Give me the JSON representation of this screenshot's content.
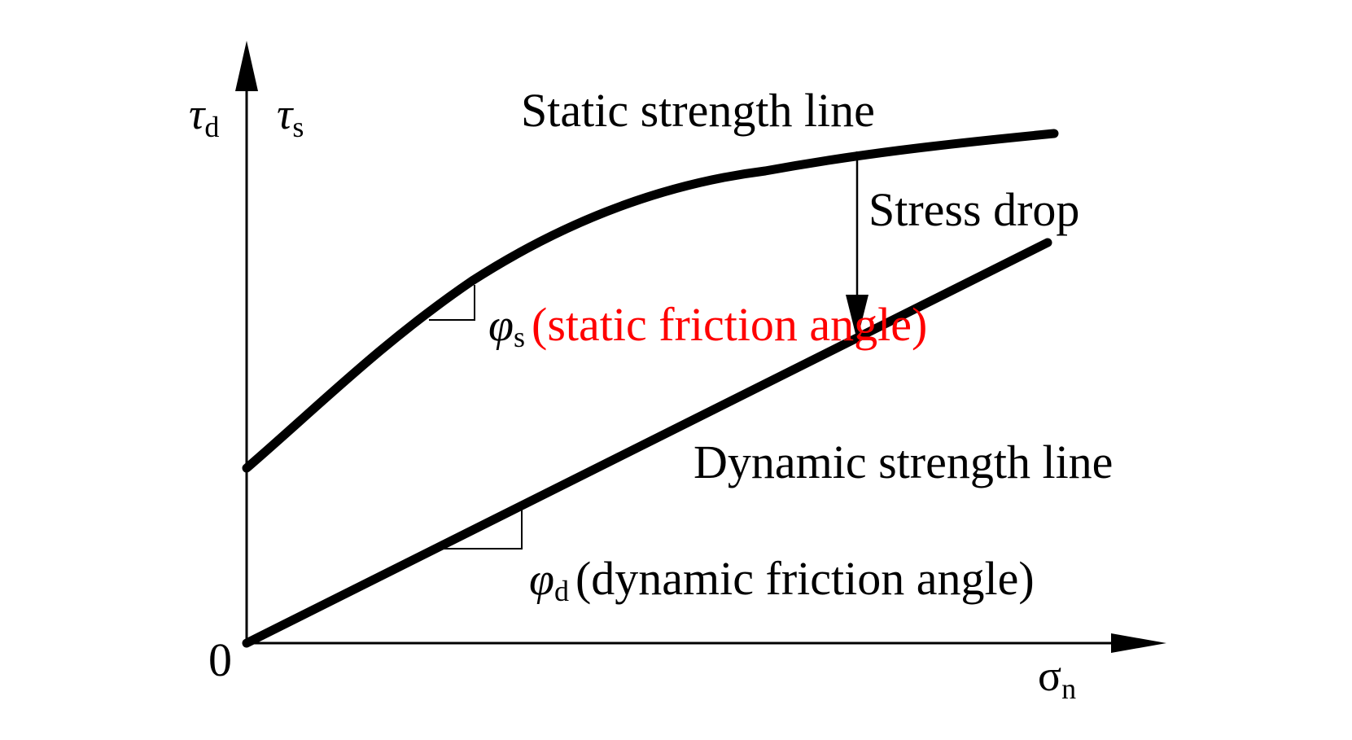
{
  "axes": {
    "y_symbol_d": "τ",
    "y_sub_d": "d",
    "y_symbol_s": "τ",
    "y_sub_s": "s",
    "x_symbol": "σ",
    "x_sub": "n",
    "origin": "0"
  },
  "labels": {
    "static_line": "Static strength line",
    "dynamic_line": "Dynamic strength line",
    "stress_drop": "Stress drop",
    "phi_symbol": "φ",
    "phi_s_sub": "s",
    "phi_s_text": "(static friction angle)",
    "phi_d_sub": "d",
    "phi_d_text": "(dynamic friction angle)"
  },
  "colors": {
    "line": "#000000",
    "highlight": "#ff0000",
    "background": "#ffffff"
  }
}
